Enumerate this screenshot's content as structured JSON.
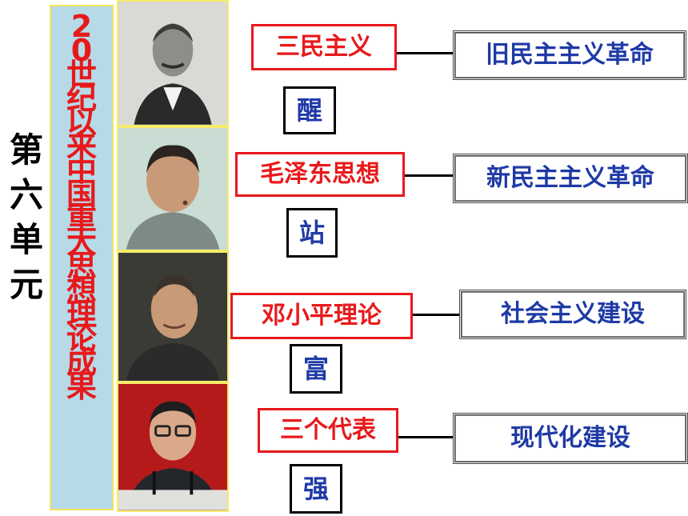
{
  "unit": {
    "chars": [
      "第",
      "六",
      "单",
      "元"
    ]
  },
  "banner": {
    "chars": [
      "2",
      "0",
      "世",
      "纪",
      "以",
      "来",
      "中",
      "国",
      "重",
      "大",
      "思",
      "想",
      "理",
      "论",
      "成",
      "果"
    ]
  },
  "portraits": [
    {
      "icon": "portrait-photo-icon"
    },
    {
      "icon": "portrait-photo-icon"
    },
    {
      "icon": "portrait-photo-icon"
    },
    {
      "icon": "portrait-photo-icon"
    }
  ],
  "rows": [
    {
      "theory": "三民主义",
      "goal": "旧民主主义革命",
      "word": "醒"
    },
    {
      "theory": "毛泽东思想",
      "goal": "新民主主义革命",
      "word": "站"
    },
    {
      "theory": "邓小平理论",
      "goal": "社会主义建设",
      "word": "富"
    },
    {
      "theory": "三个代表",
      "goal": "现代化建设",
      "word": "强"
    }
  ],
  "colors": {
    "theory": "#e8191b",
    "goal": "#1f3aa6",
    "banner_bg": "#b6dae8",
    "banner_text": "#e8191b"
  }
}
